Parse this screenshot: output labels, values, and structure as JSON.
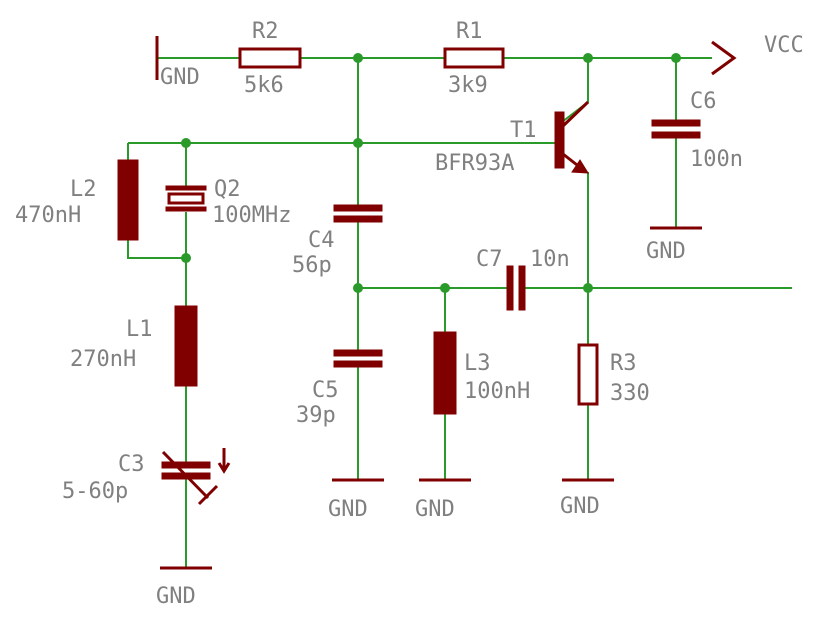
{
  "colors": {
    "wire": "#2a9a2a",
    "component": "#800000",
    "label": "#808080",
    "background": "#ffffff"
  },
  "power": {
    "vcc": "VCC",
    "gnd": "GND"
  },
  "components": {
    "R1": {
      "ref": "R1",
      "value": "3k9"
    },
    "R2": {
      "ref": "R2",
      "value": "5k6"
    },
    "R3": {
      "ref": "R3",
      "value": "330"
    },
    "C3": {
      "ref": "C3",
      "value": "5-60p"
    },
    "C4": {
      "ref": "C4",
      "value": "56p"
    },
    "C5": {
      "ref": "C5",
      "value": "39p"
    },
    "C6": {
      "ref": "C6",
      "value": "100n"
    },
    "C7": {
      "ref": "C7",
      "value": "10n"
    },
    "L1": {
      "ref": "L1",
      "value": "270nH"
    },
    "L2": {
      "ref": "L2",
      "value": "470nH"
    },
    "L3": {
      "ref": "L3",
      "value": "100nH"
    },
    "Q2": {
      "ref": "Q2",
      "value": "100MHz"
    },
    "T1": {
      "ref": "T1",
      "value": "BFR93A"
    }
  }
}
